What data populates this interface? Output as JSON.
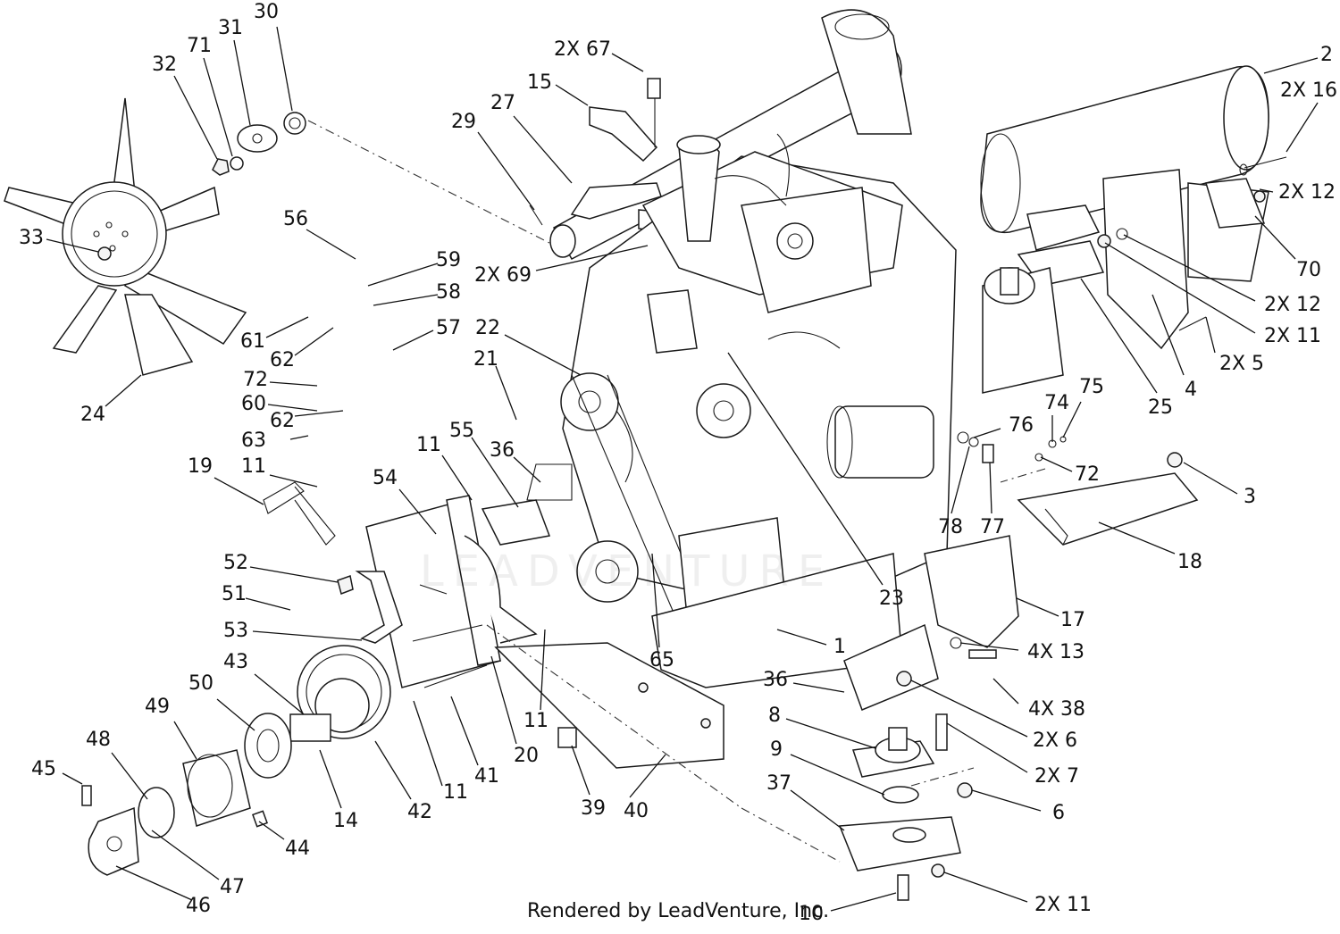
{
  "credit": "Rendered by LeadVenture, Inc.",
  "watermark": "LEADVENTURE",
  "callouts": [
    "2X 67",
    "15",
    "27",
    "29",
    "2",
    "2X 16",
    "2X 12",
    "70",
    "2X 12",
    "2X 11",
    "2X 5",
    "4",
    "25",
    "30",
    "31",
    "71",
    "32",
    "33",
    "24",
    "56",
    "59",
    "58",
    "57",
    "61",
    "62",
    "72",
    "60",
    "62",
    "63",
    "2X 69",
    "22",
    "21",
    "36",
    "55",
    "11",
    "11",
    "19",
    "54",
    "52",
    "51",
    "53",
    "43",
    "50",
    "49",
    "48",
    "45",
    "47",
    "46",
    "44",
    "14",
    "42",
    "11",
    "41",
    "20",
    "11",
    "39",
    "40",
    "65",
    "23",
    "1",
    "76",
    "74",
    "75",
    "72",
    "78",
    "77",
    "3",
    "18",
    "17",
    "4X 13",
    "4X 38",
    "36",
    "8",
    "2X 6",
    "2X 7",
    "9",
    "37",
    "6",
    "2X 11",
    "10"
  ]
}
